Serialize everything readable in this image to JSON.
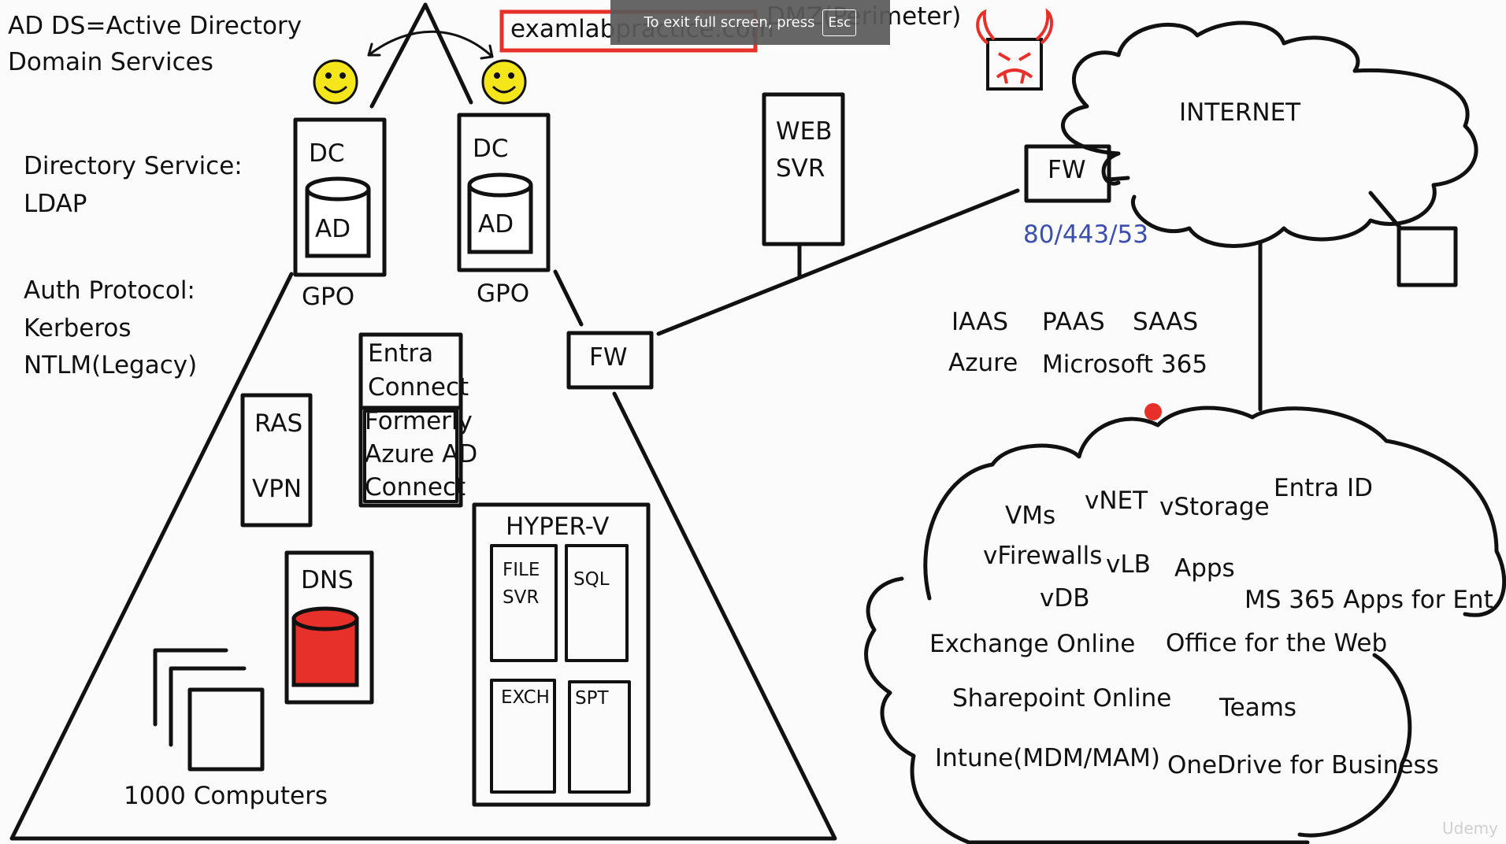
{
  "header": {
    "line1": "AD DS=Active Directory",
    "line2": "Domain Services",
    "url": "examlabpractice.com",
    "dmz": "DMZ(Perimeter)"
  },
  "left_notes": {
    "directory_service": "Directory Service:",
    "ldap": "LDAP",
    "auth_protocol": "Auth Protocol:",
    "kerberos": "Kerberos",
    "ntlm": "NTLM(Legacy)"
  },
  "dc1": {
    "title": "DC",
    "db": "AD",
    "gpo": "GPO"
  },
  "dc2": {
    "title": "DC",
    "db": "AD",
    "gpo": "GPO"
  },
  "entra": {
    "line1": "Entra",
    "line2": "Connect",
    "line3": "Formerly",
    "line4": "Azure AD",
    "line5": "Connect"
  },
  "ras": {
    "line1": "RAS",
    "line2": "VPN"
  },
  "dns": {
    "title": "DNS"
  },
  "computers": {
    "label": "1000 Computers"
  },
  "hyperv": {
    "title": "HYPER-V",
    "vms": [
      {
        "line1": "FILE",
        "line2": "SVR"
      },
      {
        "line1": "SQL",
        "line2": ""
      },
      {
        "line1": "EXCH",
        "line2": ""
      },
      {
        "line1": "SPT",
        "line2": ""
      }
    ]
  },
  "fw_inner": "FW",
  "fw_outer": "FW",
  "web": {
    "line1": "WEB",
    "line2": "SVR"
  },
  "ports": "80/443/53",
  "internet": "INTERNET",
  "services": {
    "iaas": "IAAS",
    "paas": "PAAS",
    "saas": "SAAS",
    "azure": "Azure",
    "m365": "Microsoft 365"
  },
  "cloud_items": {
    "vms": "VMs",
    "vnet": "vNET",
    "vstorage": "vStorage",
    "entra_id": "Entra ID",
    "vfirewalls": "vFirewalls",
    "vlb": "vLB",
    "apps": "Apps",
    "vdb": "vDB",
    "ms365_apps": "MS 365 Apps for Ent",
    "exchange_online": "Exchange Online",
    "office_web": "Office for the Web",
    "sharepoint_online": "Sharepoint Online",
    "teams": "Teams",
    "intune": "Intune(MDM/MAM)",
    "onedrive": "OneDrive for Business"
  },
  "overlay": {
    "message": "To exit full screen, press",
    "key": "Esc"
  },
  "watermark": "Udemy",
  "colors": {
    "ink": "#111111",
    "red": "#e8302a",
    "smiley": "#f5e61b",
    "blue_text": "#3a4fae"
  },
  "icons": [
    "smiley-icon",
    "devil-icon",
    "database-cylinder-icon",
    "cloud-icon",
    "firewall-box",
    "red-dot"
  ]
}
